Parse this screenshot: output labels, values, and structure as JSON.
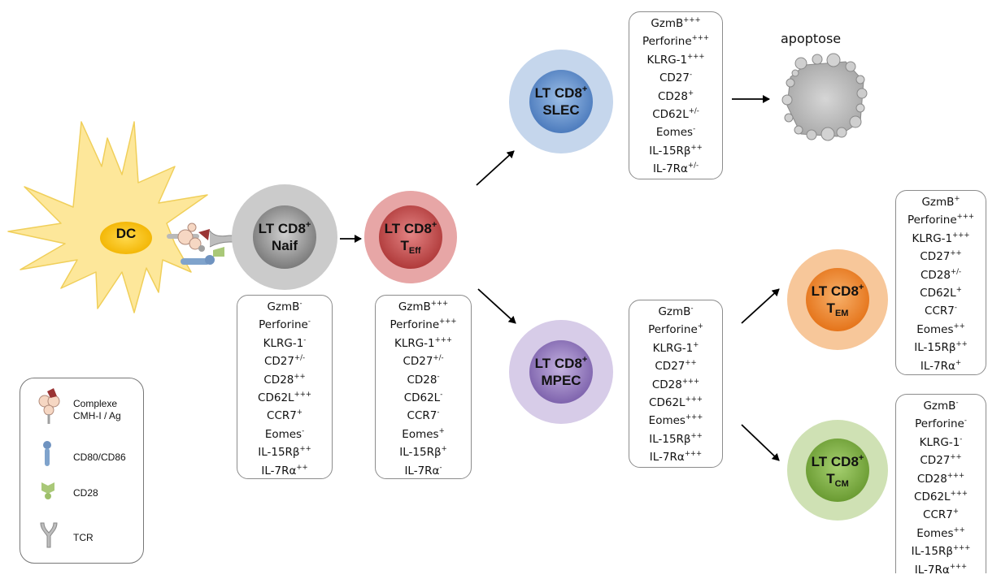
{
  "dc": {
    "label": "DC"
  },
  "apoptosis": {
    "label": "apoptose"
  },
  "cells": [
    {
      "id": "naif",
      "line1": "LT CD8",
      "sup": "+",
      "line2": "Naif",
      "sub": "",
      "color": "#a8a8a8"
    },
    {
      "id": "eff",
      "line1": "LT CD8",
      "sup": "+",
      "line2": "T",
      "sub": "Eff",
      "color": "#c75a5a"
    },
    {
      "id": "slec",
      "line1": "LT CD8",
      "sup": "+",
      "line2": "SLEC",
      "sub": "",
      "color": "#6a93c8"
    },
    {
      "id": "mpec",
      "line1": "LT CD8",
      "sup": "+",
      "line2": "MPEC",
      "sub": "",
      "color": "#9a84bf"
    },
    {
      "id": "em",
      "line1": "LT CD8",
      "sup": "+",
      "line2": "T",
      "sub": "EM",
      "color": "#ee8a2e"
    },
    {
      "id": "cm",
      "line1": "LT CD8",
      "sup": "+",
      "line2": "T",
      "sub": "CM",
      "color": "#84b14a"
    }
  ],
  "markers": {
    "naif": [
      [
        "GzmB",
        "-"
      ],
      [
        "Perforine",
        "-"
      ],
      [
        "KLRG-1",
        "-"
      ],
      [
        "CD27",
        "+/-"
      ],
      [
        "CD28",
        "++"
      ],
      [
        "CD62L",
        "+++"
      ],
      [
        "CCR7",
        "+"
      ],
      [
        "Eomes",
        "-"
      ],
      [
        "IL-15Rβ",
        "++"
      ],
      [
        "IL-7Rα",
        "++"
      ]
    ],
    "eff": [
      [
        "GzmB",
        "+++"
      ],
      [
        "Perforine",
        "+++"
      ],
      [
        "KLRG-1",
        "+++"
      ],
      [
        "CD27",
        "+/-"
      ],
      [
        "CD28",
        "-"
      ],
      [
        "CD62L",
        "-"
      ],
      [
        "CCR7",
        "-"
      ],
      [
        "Eomes",
        "+"
      ],
      [
        "IL-15Rβ",
        "+"
      ],
      [
        "IL-7Rα",
        "-"
      ]
    ],
    "slec": [
      [
        "GzmB",
        "+++"
      ],
      [
        "Perforine",
        "+++"
      ],
      [
        "KLRG-1",
        "+++"
      ],
      [
        "CD27",
        "-"
      ],
      [
        "CD28",
        "+"
      ],
      [
        "CD62L",
        "+/-"
      ],
      [
        "Eomes",
        "-"
      ],
      [
        "IL-15Rβ",
        "++"
      ],
      [
        "IL-7Rα",
        "+/-"
      ]
    ],
    "mpec": [
      [
        "GzmB",
        "-"
      ],
      [
        "Perforine",
        "+"
      ],
      [
        "KLRG-1",
        "+"
      ],
      [
        "CD27",
        "++"
      ],
      [
        "CD28",
        "+++"
      ],
      [
        "CD62L",
        "+++"
      ],
      [
        "Eomes",
        "+++"
      ],
      [
        "IL-15Rβ",
        "++"
      ],
      [
        "IL-7Rα",
        "+++"
      ]
    ],
    "em": [
      [
        "GzmB",
        "+"
      ],
      [
        "Perforine",
        "+++"
      ],
      [
        "KLRG-1",
        "+++"
      ],
      [
        "CD27",
        "++"
      ],
      [
        "CD28",
        "+/-"
      ],
      [
        "CD62L",
        "+"
      ],
      [
        "CCR7",
        "-"
      ],
      [
        "Eomes",
        "++"
      ],
      [
        "IL-15Rβ",
        "++"
      ],
      [
        "IL-7Rα",
        "+"
      ]
    ],
    "cm": [
      [
        "GzmB",
        "-"
      ],
      [
        "Perforine",
        "-"
      ],
      [
        "KLRG-1",
        "-"
      ],
      [
        "CD27",
        "++"
      ],
      [
        "CD28",
        "+++"
      ],
      [
        "CD62L",
        "+++"
      ],
      [
        "CCR7",
        "+"
      ],
      [
        "Eomes",
        "++"
      ],
      [
        "IL-15Rβ",
        "+++"
      ],
      [
        "IL-7Rα",
        "+++"
      ]
    ]
  },
  "legend": {
    "complex": "Complexe CMH-I / Ag",
    "cd80": "CD80/CD86",
    "cd28": "CD28",
    "tcr": "TCR"
  }
}
